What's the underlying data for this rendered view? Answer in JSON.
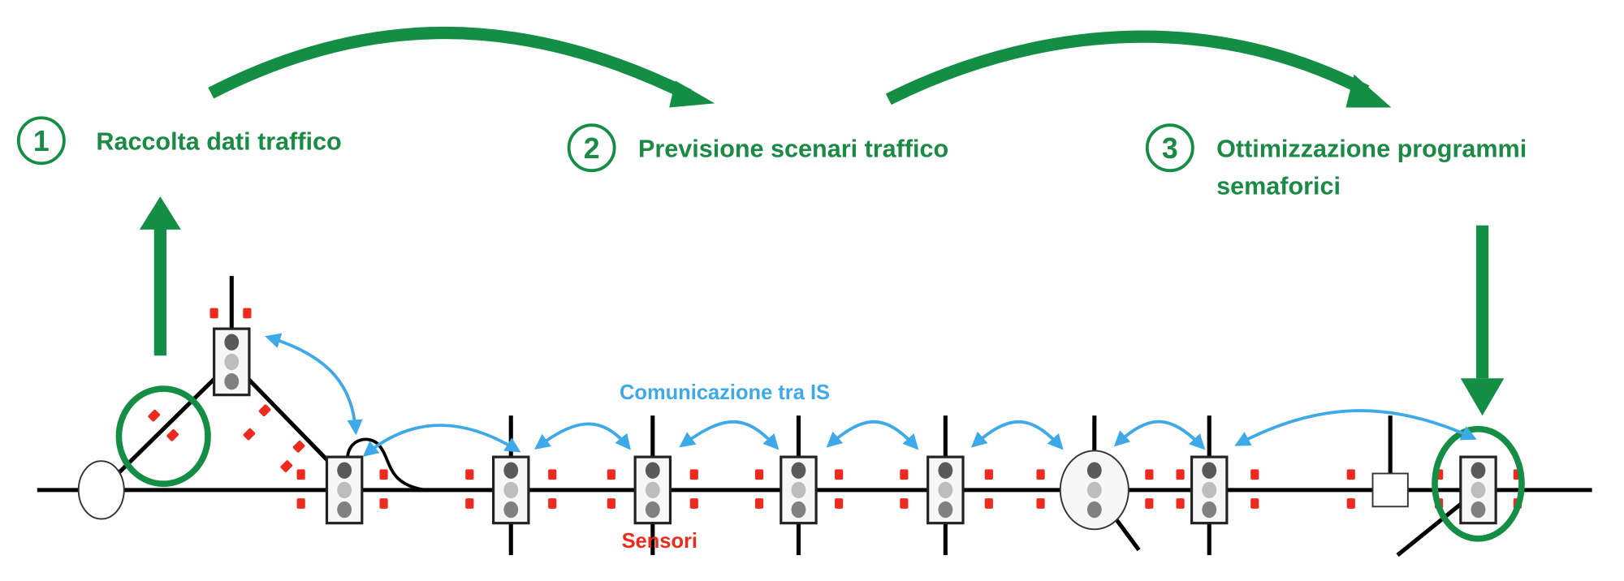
{
  "colors": {
    "green": "#138e44",
    "blue": "#3ea9e8",
    "red": "#ee2a1f",
    "road": "#000000",
    "lamp_top": "#595959",
    "lamp_mid": "#bdbdbd",
    "lamp_bot": "#808080"
  },
  "steps": [
    {
      "number": "1",
      "label": "Raccolta dati traffico"
    },
    {
      "number": "2",
      "label": "Previsione scenari traffico"
    },
    {
      "number": "3",
      "label_line1": "Ottimizzazione programmi",
      "label_line2": "semaforici"
    }
  ],
  "labels": {
    "communication": "Comunicazione tra IS",
    "sensors": "Sensori"
  },
  "icons": {
    "traffic_light": "traffic-light-icon",
    "sensor": "sensor-icon",
    "roundabout": "roundabout-icon"
  }
}
